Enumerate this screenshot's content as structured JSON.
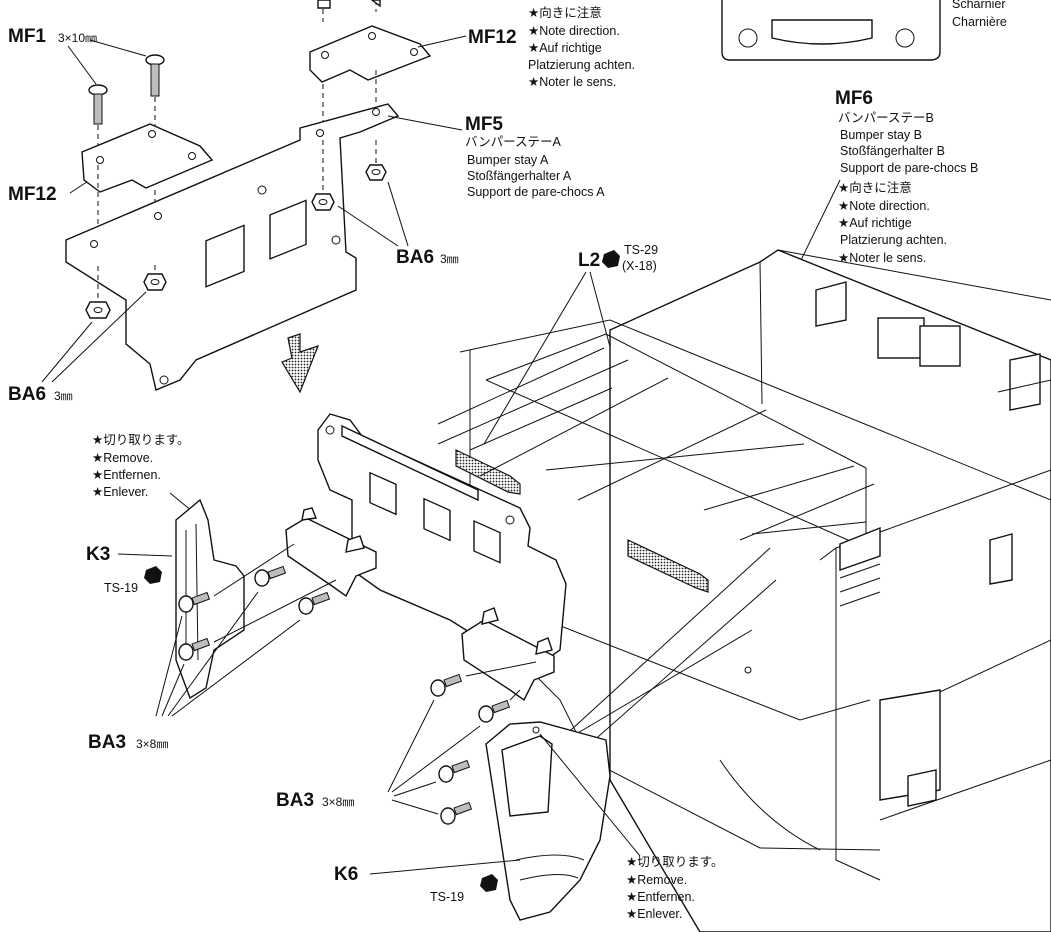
{
  "labels": {
    "mf1_code": "MF1",
    "mf1_dim": "3×10㎜",
    "mf12_code": "MF12",
    "mf5_code": "MF5",
    "mf6_code": "MF6",
    "ba6_code": "BA6",
    "ba6_dim": "3㎜",
    "l2_code": "L2",
    "l2_paint": "TS-29",
    "l2_paint_alt": "(X-18)",
    "k3_code": "K3",
    "k3_paint": "TS-19",
    "k6_code": "K6",
    "k6_paint": "TS-19",
    "ba3_code": "BA3",
    "ba3_dim": "3×8㎜"
  },
  "notes": {
    "note_direction": [
      "★向きに注意",
      "★Note direction.",
      "★Auf richtige",
      "Platzierung achten.",
      "★Noter le sens."
    ],
    "mf5_desc": [
      "バンパーステーA",
      "Bumper stay A",
      "Stoßfängerhalter A",
      "Support de pare-chocs A"
    ],
    "mf6_desc": [
      "バンパーステーB",
      "Bumper stay B",
      "Stoßfängerhalter B",
      "Support de pare-chocs B"
    ],
    "mf6_direction": [
      "★向きに注意",
      "★Note direction.",
      "★Auf richtige",
      "Platzierung achten.",
      "★Noter le sens."
    ],
    "remove_left": [
      "★切り取ります。",
      "★Remove.",
      "★Entfernen.",
      "★Enlever."
    ],
    "remove_right": [
      "★切り取ります。",
      "★Remove.",
      "★Entfernen.",
      "★Enlever."
    ],
    "hinge": [
      "Scharnier",
      "Charnière"
    ]
  }
}
